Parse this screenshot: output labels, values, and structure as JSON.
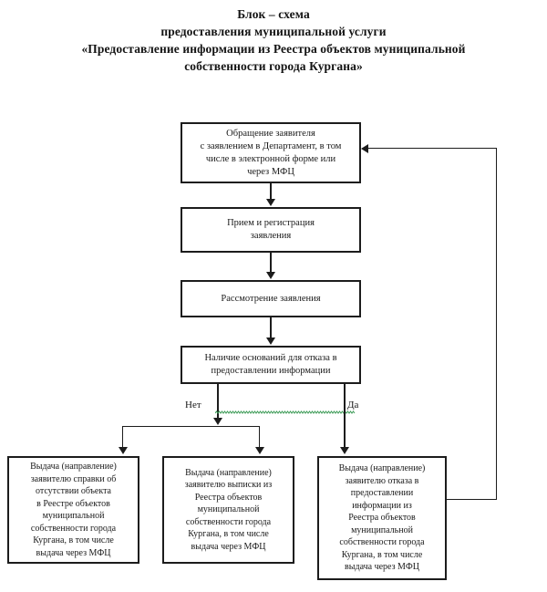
{
  "document": {
    "kind": "flowchart",
    "title_lines": [
      "Блок – схема",
      "предоставления муниципальной услуги",
      "«Предоставление информации из Реестра объектов муниципальной",
      "собственности города Кургана»"
    ]
  },
  "nodes": {
    "n1": {
      "id": "applicant-request",
      "text": "Обращение заявителя\nс заявлением в Департамент, в том\nчисле в электронной форме или\nчерез МФЦ"
    },
    "n2": {
      "id": "receive-register",
      "text": "Прием и регистрация\nзаявления"
    },
    "n3": {
      "id": "review-application",
      "text": "Рассмотрение заявления"
    },
    "n4": {
      "id": "refusal-grounds-decision",
      "text": "Наличие оснований для отказа в\nпредоставлении информации"
    },
    "n5": {
      "id": "issue-absence-certificate",
      "text": "Выдача (направление)\nзаявителю справки об\nотсутствии объекта\nв Реестре объектов\nмуниципальной\nсобственности города\nКургана, в том числе\nвыдача через МФЦ"
    },
    "n6": {
      "id": "issue-extract",
      "text": "Выдача (направление)\nзаявителю выписки из\nРеестра объектов\nмуниципальной\nсобственности города\nКургана, в том числе\nвыдача через МФЦ"
    },
    "n7": {
      "id": "issue-refusal",
      "text": "Выдача (направление)\nзаявителю отказа в\nпредоставлении\nинформации из\nРеестра объектов\nмуниципальной\nсобственности города\nКургана, в том числе\nвыдача через МФЦ"
    }
  },
  "branch_labels": {
    "no": "Нет",
    "yes": "Да"
  },
  "colors": {
    "line": "#1c1c1c",
    "text": "#1a1a1a",
    "squiggle": "#3a9a55",
    "background": "#ffffff"
  }
}
